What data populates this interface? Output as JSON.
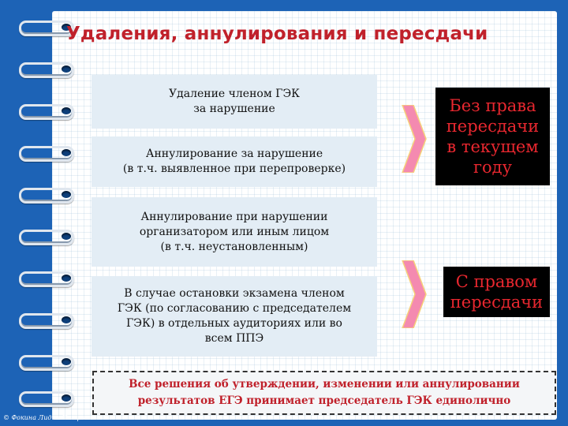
{
  "slide": {
    "title": "Удаления, аннулирования и пересдачи",
    "items": [
      "Удаление членом ГЭК\nза нарушение",
      "Аннулирование за нарушение\n(в т.ч. выявленное при перепроверке)",
      "Аннулирование при нарушении\nорганизатором или иным лицом\n(в т.ч. неустановленным)",
      "В случае остановки экзамена членом\nГЭК (по согласованию с председателем\nГЭК) в отдельных аудиториях или во\nвсем ППЭ"
    ],
    "outcomes": [
      "Без права\nпересдачи\nв текущем\nгоду",
      "С правом\nпересдачи"
    ],
    "note": "Все решения об утверждении, изменении или аннулировании\nрезультатов ЕГЭ принимает председатель ГЭК единолично",
    "copyright": "© Фокина Лидия Петровна"
  },
  "colors": {
    "background": "#1d63b6",
    "title": "#c0212b",
    "box_fill": "#e3edf5",
    "chevron": "#f48ab0",
    "outcome_bg": "#000000",
    "outcome_text": "#e8272f"
  }
}
